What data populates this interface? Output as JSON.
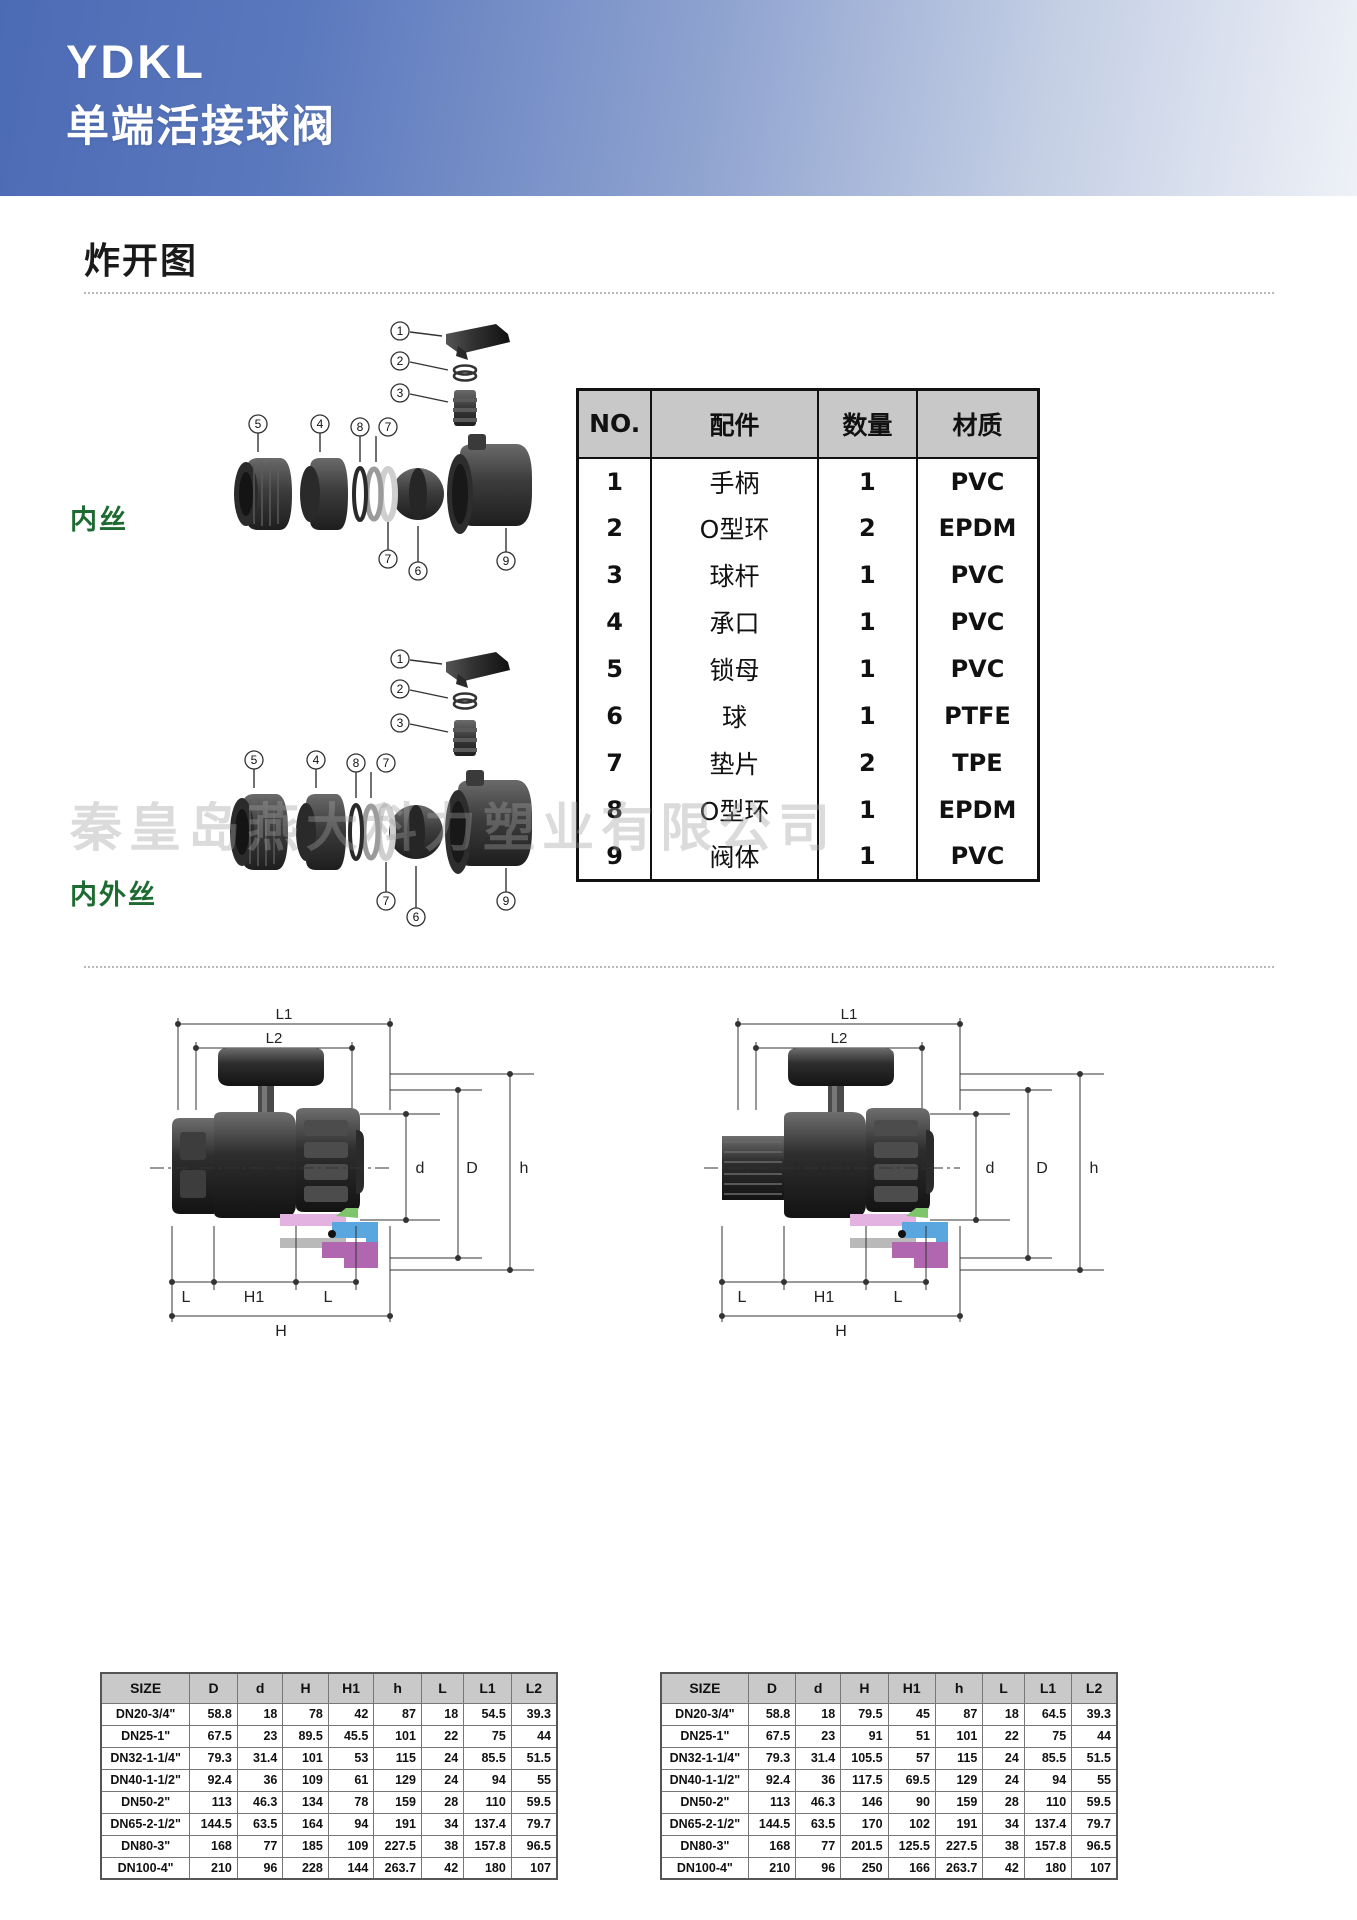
{
  "header": {
    "brand_en": "YDKL",
    "brand_cn": "单端活接球阀"
  },
  "section": {
    "exploded_title": "炸开图"
  },
  "labels": {
    "female_thread": "内丝",
    "male_female_thread": "内外丝"
  },
  "watermark": "秦皇岛燕大科力塑业有限公司",
  "parts_table": {
    "headers": [
      "NO.",
      "配件",
      "数量",
      "材质"
    ],
    "rows": [
      {
        "no": "1",
        "part": "手柄",
        "qty": "1",
        "material": "PVC"
      },
      {
        "no": "2",
        "part": "O型环",
        "qty": "2",
        "material": "EPDM"
      },
      {
        "no": "3",
        "part": "球杆",
        "qty": "1",
        "material": "PVC"
      },
      {
        "no": "4",
        "part": "承口",
        "qty": "1",
        "material": "PVC"
      },
      {
        "no": "5",
        "part": "锁母",
        "qty": "1",
        "material": "PVC"
      },
      {
        "no": "6",
        "part": "球",
        "qty": "1",
        "material": "PTFE"
      },
      {
        "no": "7",
        "part": "垫片",
        "qty": "2",
        "material": "TPE"
      },
      {
        "no": "8",
        "part": "O型环",
        "qty": "1",
        "material": "EPDM"
      },
      {
        "no": "9",
        "part": "阀体",
        "qty": "1",
        "material": "PVC"
      }
    ]
  },
  "callouts": {
    "exploded_a": [
      "1",
      "2",
      "3",
      "5",
      "4",
      "8",
      "7",
      "7",
      "6",
      "9"
    ],
    "exploded_b": [
      "1",
      "2",
      "3",
      "5",
      "4",
      "8",
      "7",
      "7",
      "6",
      "9"
    ]
  },
  "drawing_dims": {
    "left": [
      "L1",
      "L2",
      "d",
      "D",
      "h",
      "L",
      "H1",
      "L",
      "H"
    ],
    "right": [
      "L1",
      "L2",
      "d",
      "D",
      "h",
      "L",
      "H1",
      "L",
      "H"
    ]
  },
  "dim_table_left": {
    "headers": [
      "SIZE",
      "D",
      "d",
      "H",
      "H1",
      "h",
      "L",
      "L1",
      "L2"
    ],
    "rows": [
      [
        "DN20-3/4\"",
        "58.8",
        "18",
        "78",
        "42",
        "87",
        "18",
        "54.5",
        "39.3"
      ],
      [
        "DN25-1\"",
        "67.5",
        "23",
        "89.5",
        "45.5",
        "101",
        "22",
        "75",
        "44"
      ],
      [
        "DN32-1-1/4\"",
        "79.3",
        "31.4",
        "101",
        "53",
        "115",
        "24",
        "85.5",
        "51.5"
      ],
      [
        "DN40-1-1/2\"",
        "92.4",
        "36",
        "109",
        "61",
        "129",
        "24",
        "94",
        "55"
      ],
      [
        "DN50-2\"",
        "113",
        "46.3",
        "134",
        "78",
        "159",
        "28",
        "110",
        "59.5"
      ],
      [
        "DN65-2-1/2\"",
        "144.5",
        "63.5",
        "164",
        "94",
        "191",
        "34",
        "137.4",
        "79.7"
      ],
      [
        "DN80-3\"",
        "168",
        "77",
        "185",
        "109",
        "227.5",
        "38",
        "157.8",
        "96.5"
      ],
      [
        "DN100-4\"",
        "210",
        "96",
        "228",
        "144",
        "263.7",
        "42",
        "180",
        "107"
      ]
    ]
  },
  "dim_table_right": {
    "headers": [
      "SIZE",
      "D",
      "d",
      "H",
      "H1",
      "h",
      "L",
      "L1",
      "L2"
    ],
    "rows": [
      [
        "DN20-3/4\"",
        "58.8",
        "18",
        "79.5",
        "45",
        "87",
        "18",
        "64.5",
        "39.3"
      ],
      [
        "DN25-1\"",
        "67.5",
        "23",
        "91",
        "51",
        "101",
        "22",
        "75",
        "44"
      ],
      [
        "DN32-1-1/4\"",
        "79.3",
        "31.4",
        "105.5",
        "57",
        "115",
        "24",
        "85.5",
        "51.5"
      ],
      [
        "DN40-1-1/2\"",
        "92.4",
        "36",
        "117.5",
        "69.5",
        "129",
        "24",
        "94",
        "55"
      ],
      [
        "DN50-2\"",
        "113",
        "46.3",
        "146",
        "90",
        "159",
        "28",
        "110",
        "59.5"
      ],
      [
        "DN65-2-1/2\"",
        "144.5",
        "63.5",
        "170",
        "102",
        "191",
        "34",
        "137.4",
        "79.7"
      ],
      [
        "DN80-3\"",
        "168",
        "77",
        "201.5",
        "125.5",
        "227.5",
        "38",
        "157.8",
        "96.5"
      ],
      [
        "DN100-4\"",
        "210",
        "96",
        "250",
        "166",
        "263.7",
        "42",
        "180",
        "107"
      ]
    ]
  },
  "colors": {
    "header_gradient_start": "#4c6bb5",
    "header_gradient_end": "#eef1f7",
    "label_green": "#1d6b30",
    "table_header_gray": "#c8c8c8",
    "part_dark": "#3a3a3a"
  }
}
